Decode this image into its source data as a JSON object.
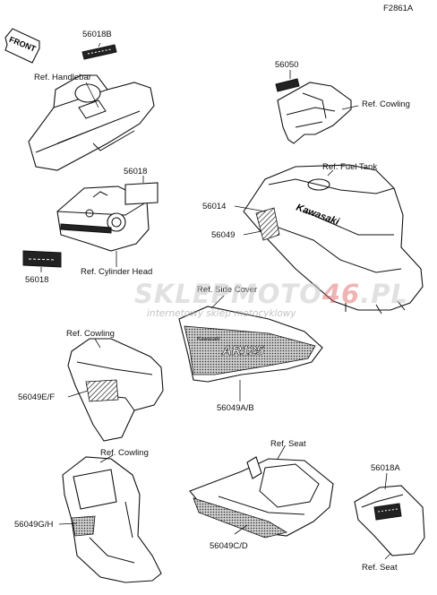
{
  "figure_code": "F2861A",
  "front_label": "FRONT",
  "watermark": {
    "brand_a": "SKLEPMOTO",
    "brand_b": "46",
    "brand_c": ".PL",
    "tagline": "internetowy sklep motocyklowy"
  },
  "labels": {
    "p_56018B": "56018B",
    "ref_handlebar": "Ref. Handlebar",
    "p_56050": "56050",
    "ref_cowling_top": "Ref. Cowling",
    "p_56018_top": "56018",
    "ref_fuel_tank": "Ref. Fuel Tank",
    "p_56014": "56014",
    "p_56049": "56049",
    "p_56018_bottom": "56018",
    "ref_cylinder_head": "Ref. Cylinder Head",
    "ref_side_cover": "Ref. Side Cover",
    "ref_cowling_mid": "Ref. Cowling",
    "p_56049EF": "56049E/F",
    "p_56049AB": "56049A/B",
    "ref_seat_top": "Ref. Seat",
    "ref_cowling_low": "Ref. Cowling",
    "p_56018A": "56018A",
    "p_56049GH": "56049G/H",
    "p_56049CD": "56049C/D",
    "ref_seat_bottom": "Ref. Seat"
  },
  "decal_text": {
    "tank_brand": "Kawasaki",
    "side_model": "AR125",
    "side_brand": "Kawasaki"
  }
}
